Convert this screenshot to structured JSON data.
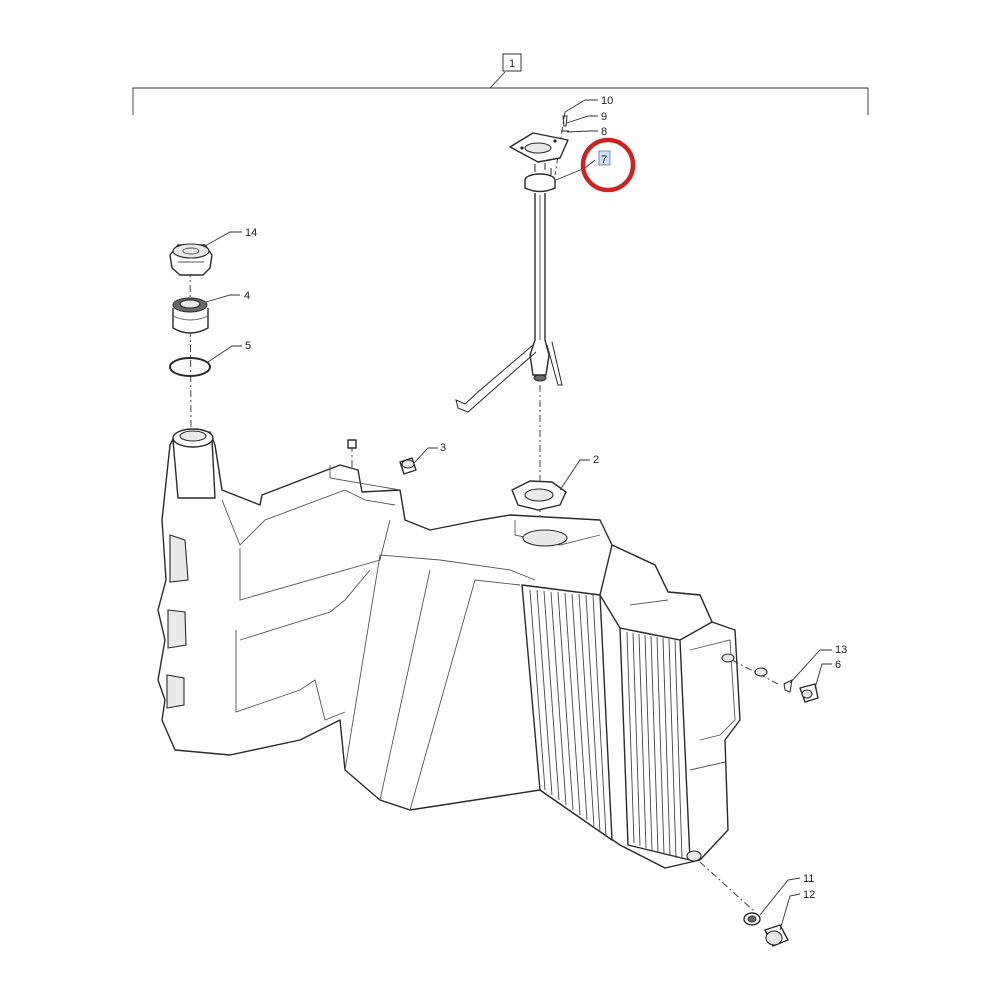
{
  "assembly": {
    "label": "1"
  },
  "callouts": {
    "c2": "2",
    "c3": "3",
    "c4": "4",
    "c5": "5",
    "c6": "6",
    "c7": "7",
    "c8": "8",
    "c9": "9",
    "c10": "10",
    "c11": "11",
    "c12": "12",
    "c13": "13",
    "c14": "14"
  },
  "highlight": {
    "target": "7",
    "color": "#cc2222"
  },
  "colors": {
    "line": "#2a2a2a",
    "shade": "#e9e9e9",
    "fill": "#ffffff"
  }
}
